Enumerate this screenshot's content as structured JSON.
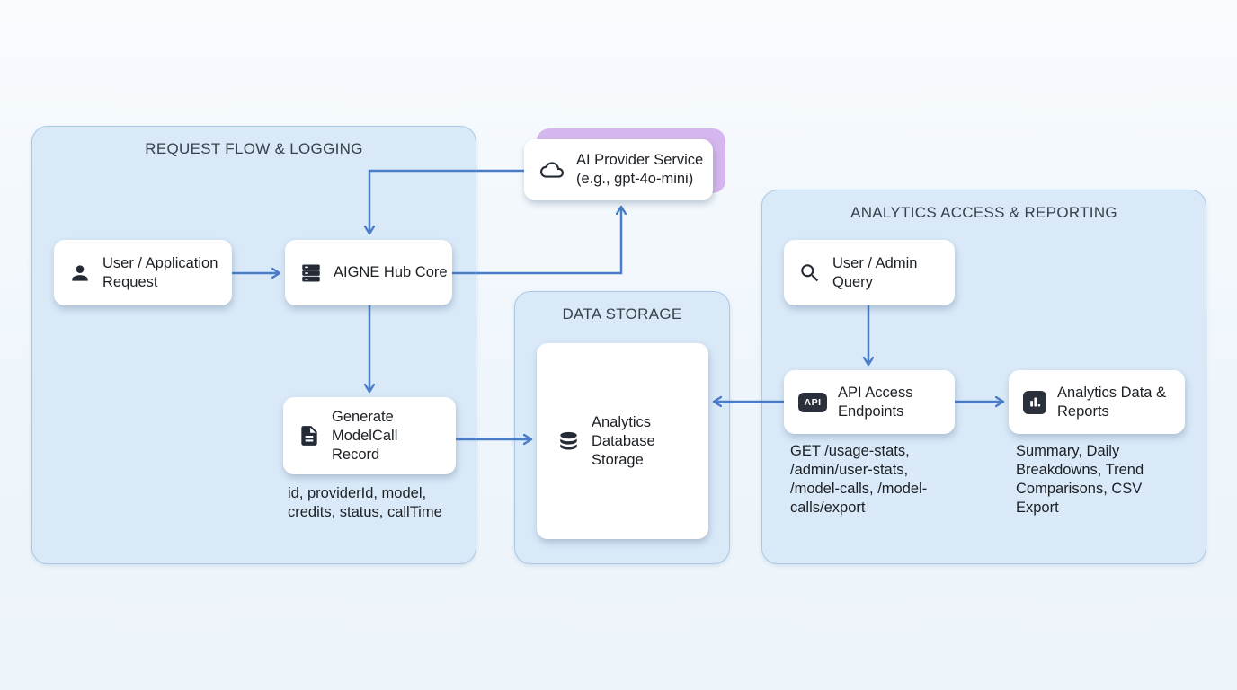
{
  "diagram": {
    "colors": {
      "background": "#eff6fb",
      "container_fill": "#d9e9f8",
      "container_border": "#aac8e4",
      "arrow_blue": "#4a7cc7",
      "purple_accent": "#d6b6ee",
      "node_fill": "#ffffff",
      "icon_dark": "#242b36",
      "title_text": "#39424b",
      "body_text": "#1c2025"
    },
    "groups": {
      "request_flow": {
        "title": "REQUEST FLOW & LOGGING"
      },
      "data_storage": {
        "title": "DATA STORAGE"
      },
      "analytics": {
        "title": "ANALYTICS ACCESS & REPORTING"
      }
    },
    "nodes": {
      "user_request": {
        "label": "User / Application Request",
        "icon": "person-icon"
      },
      "hub_core": {
        "label": "AIGNE Hub Core",
        "icon": "server-icon"
      },
      "ai_provider": {
        "label": "AI Provider Service (e.g., gpt-4o-mini)",
        "icon": "cloud-icon"
      },
      "modelcall_record": {
        "label": "Generate ModelCall Record",
        "icon": "document-icon",
        "annotation": "id, providerId, model, credits, status, callTime"
      },
      "analytics_db": {
        "label": "Analytics Database Storage",
        "icon": "database-icon"
      },
      "admin_query": {
        "label": "User / Admin Query",
        "icon": "search-icon"
      },
      "api_endpoints": {
        "label": "API Access Endpoints",
        "icon": "api-badge-icon",
        "badge": "API",
        "annotation": "GET /usage-stats, /admin/user-stats, /model-calls, /model-calls/export"
      },
      "analytics_reports": {
        "label": "Analytics Data & Reports",
        "icon": "bar-chart-icon",
        "annotation": "Summary, Daily Breakdowns, Trend Comparisons, CSV Export"
      }
    },
    "edges": [
      {
        "from": "user_request",
        "to": "hub_core"
      },
      {
        "from": "ai_provider",
        "to": "hub_core"
      },
      {
        "from": "hub_core",
        "to": "ai_provider"
      },
      {
        "from": "hub_core",
        "to": "modelcall_record"
      },
      {
        "from": "modelcall_record",
        "to": "analytics_db"
      },
      {
        "from": "api_endpoints",
        "to": "analytics_db"
      },
      {
        "from": "admin_query",
        "to": "api_endpoints"
      },
      {
        "from": "api_endpoints",
        "to": "analytics_reports"
      }
    ]
  }
}
